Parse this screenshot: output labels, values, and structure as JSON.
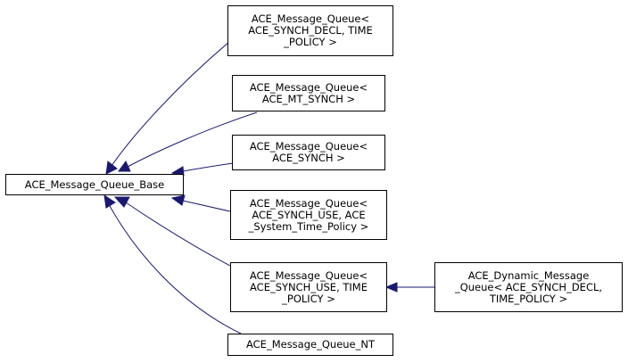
{
  "diagram": {
    "nodes": [
      {
        "id": "base",
        "lines": [
          "ACE_Message_Queue_Base"
        ]
      },
      {
        "id": "mq_synch_decl",
        "lines": [
          "ACE_Message_Queue<",
          "ACE_SYNCH_DECL, TIME",
          "_POLICY >"
        ]
      },
      {
        "id": "mq_mt_synch",
        "lines": [
          "ACE_Message_Queue<",
          "ACE_MT_SYNCH >"
        ]
      },
      {
        "id": "mq_synch",
        "lines": [
          "ACE_Message_Queue<",
          "ACE_SYNCH >"
        ]
      },
      {
        "id": "mq_synch_use_system",
        "lines": [
          "ACE_Message_Queue<",
          "ACE_SYNCH_USE, ACE",
          "_System_Time_Policy >"
        ]
      },
      {
        "id": "mq_synch_use_time",
        "lines": [
          "ACE_Message_Queue<",
          "ACE_SYNCH_USE, TIME",
          "_POLICY >"
        ]
      },
      {
        "id": "dynamic_mq",
        "lines": [
          "ACE_Dynamic_Message",
          "_Queue< ACE_SYNCH_DECL,",
          "TIME_POLICY >"
        ]
      },
      {
        "id": "mq_nt",
        "lines": [
          "ACE_Message_Queue_NT"
        ]
      }
    ],
    "edges": [
      {
        "from": "mq_synch_decl",
        "to": "base"
      },
      {
        "from": "mq_mt_synch",
        "to": "base"
      },
      {
        "from": "mq_synch",
        "to": "base"
      },
      {
        "from": "mq_synch_use_system",
        "to": "base"
      },
      {
        "from": "mq_synch_use_time",
        "to": "base"
      },
      {
        "from": "mq_nt",
        "to": "base"
      },
      {
        "from": "dynamic_mq",
        "to": "mq_synch_use_time"
      }
    ],
    "colors": {
      "edge": "#191970",
      "arrow": "#191970",
      "border": "#000000",
      "background": "#ffffff"
    }
  }
}
